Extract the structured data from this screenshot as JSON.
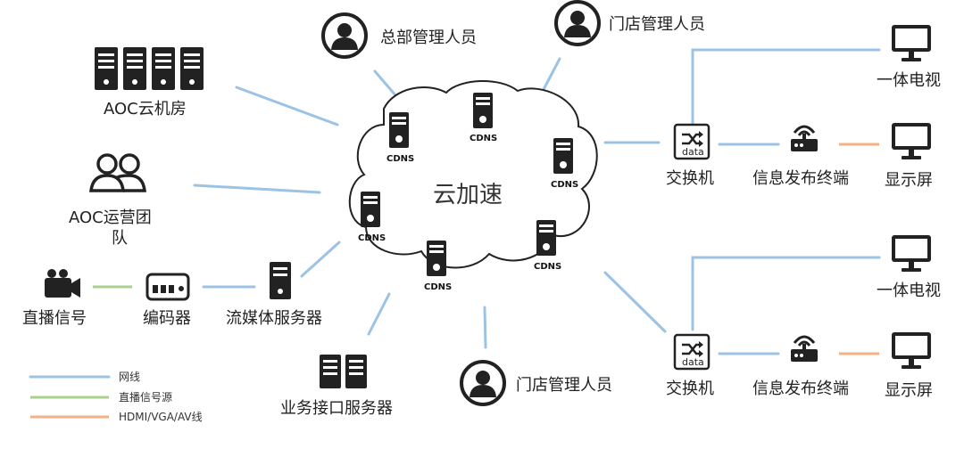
{
  "cloud": {
    "label": "云加速",
    "cdns_label": "CDNS"
  },
  "nodes": {
    "aoc_datacenter": "AOC云机房",
    "aoc_team_line1": "AOC运营团",
    "aoc_team_line2": "队",
    "hq_admin": "总部管理人员",
    "store_admin_top": "门店管理人员",
    "store_admin_bottom": "门店管理人员",
    "live_signal": "直播信号",
    "encoder": "编码器",
    "streaming_server": "流媒体服务器",
    "business_api_server": "业务接口服务器",
    "switch_top": "交换机",
    "switch_bottom": "交换机",
    "switch_icon_text": "data",
    "publisher_top": "信息发布终端",
    "publisher_bottom": "信息发布终端",
    "tv_top": "一体电视",
    "tv_bottom": "一体电视",
    "display_top": "显示屏",
    "display_bottom": "显示屏"
  },
  "legend": [
    {
      "label": "网线",
      "color": "#9cc3e5"
    },
    {
      "label": "直播信号源",
      "color": "#a9d18e"
    },
    {
      "label": "HDMI/VGA/AV线",
      "color": "#f4b183"
    }
  ],
  "colors": {
    "network": "#9cc3e5",
    "live": "#a9d18e",
    "hdmi": "#f4b183",
    "icon": "#222222"
  }
}
